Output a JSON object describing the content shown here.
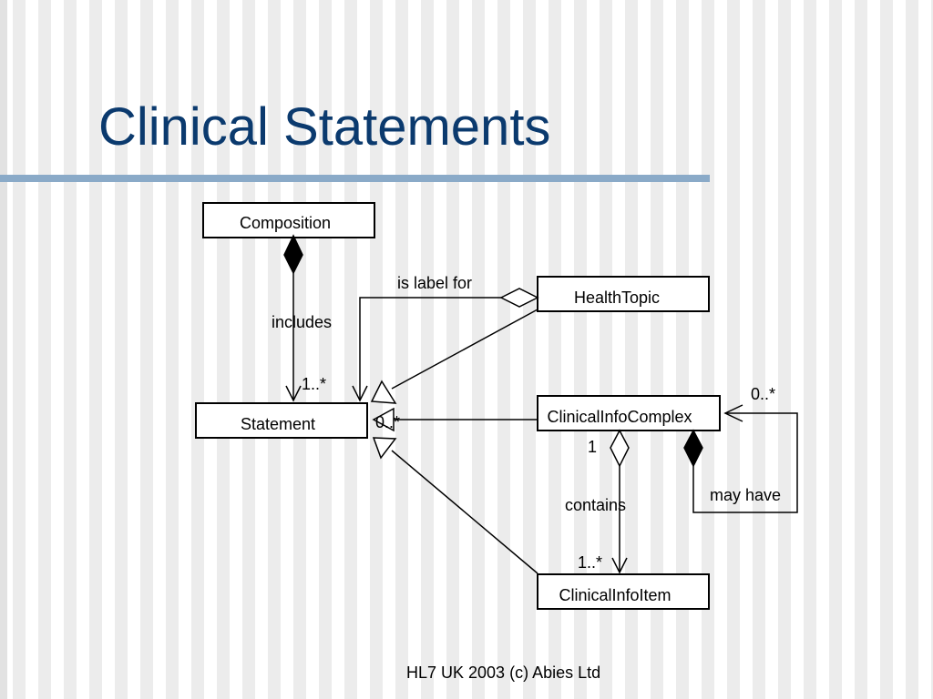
{
  "slide": {
    "title": "Clinical Statements",
    "footer": "HL7 UK 2003 (c) Abies Ltd"
  },
  "diagram": {
    "classes": {
      "composition": "Composition",
      "health_topic": "HealthTopic",
      "statement": "Statement",
      "clinical_info_complex": "ClinicalInfoComplex",
      "clinical_info_item": "ClinicalInfoItem"
    },
    "association_labels": {
      "includes": "includes",
      "is_label_for": "is label for",
      "contains": "contains",
      "may_have": "may have"
    },
    "multiplicities": {
      "includes_target": "1..*",
      "complex_to_statement": "0..*",
      "complex_source": "1",
      "item_target": "1..*",
      "self_target": "0..*"
    }
  }
}
